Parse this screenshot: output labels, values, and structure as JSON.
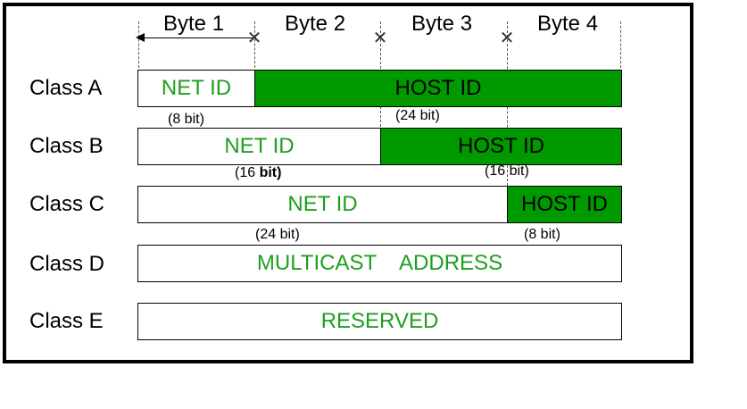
{
  "bytes": [
    "Byte 1",
    "Byte 2",
    "Byte 3",
    "Byte 4"
  ],
  "classes": {
    "a": {
      "label": "Class A",
      "net": "NET ID",
      "host": "HOST ID",
      "net_bits": "(8 bit)",
      "host_bits": "(24 bit)"
    },
    "b": {
      "label": "Class B",
      "net": "NET ID",
      "host": "HOST ID",
      "net_bits_prefix": "(16 ",
      "net_bits_bold": "bit)",
      "host_bits": "(16 bit)"
    },
    "c": {
      "label": "Class C",
      "net": "NET ID",
      "host": "HOST ID",
      "net_bits": "(24 bit)",
      "host_bits": "(8 bit)"
    },
    "d": {
      "label": "Class D",
      "text": "MULTICAST    ADDRESS"
    },
    "e": {
      "label": "Class E",
      "text": "RESERVED"
    }
  },
  "colors": {
    "host_fill": "#009900",
    "net_text": "#1e9e1e",
    "frame": "#000000"
  }
}
